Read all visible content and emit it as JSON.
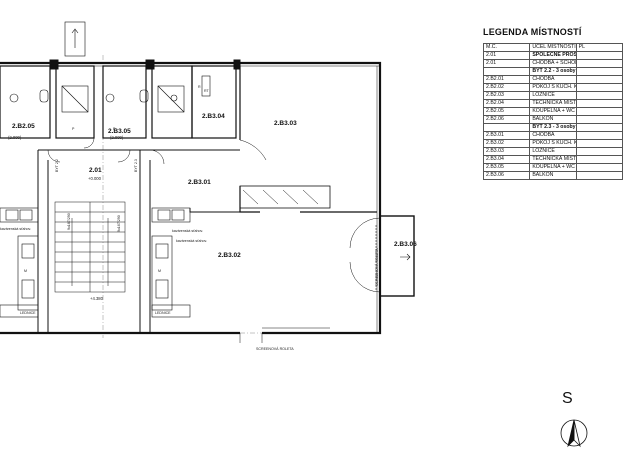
{
  "legend": {
    "title": "LEGENDA MÍSTNOSTÍ",
    "headers": [
      "M.Č.",
      "ÚČEL MÍSTNOSTI",
      "PL"
    ],
    "rows": [
      {
        "code": "2.01",
        "name": "SPOLEČNÉ PROSTORY",
        "section": true
      },
      {
        "code": "2.01",
        "name": "CHODBA + SCHODIŠTĚ"
      },
      {
        "code": "",
        "name": "BYT 2.2 - 3 osoby",
        "section": true
      },
      {
        "code": "2.B2.01",
        "name": "CHODBA"
      },
      {
        "code": "2.B2.02",
        "name": "POKOJ S KUCH. KOUTEM"
      },
      {
        "code": "2.B2.03",
        "name": "LOŽNICE"
      },
      {
        "code": "2.B2.04",
        "name": "TECHNICKÁ MÍSTNOST"
      },
      {
        "code": "2.B2.05",
        "name": "KOUPELNA + WC"
      },
      {
        "code": "2.B2.06",
        "name": "BALKÓN"
      },
      {
        "code": "",
        "name": "BYT 2.3 - 3 osoby",
        "section": true
      },
      {
        "code": "2.B3.01",
        "name": "CHODBA"
      },
      {
        "code": "2.B3.02",
        "name": "POKOJ S KUCH. KOUTEM"
      },
      {
        "code": "2.B3.03",
        "name": "LOŽNICE"
      },
      {
        "code": "2.B3.04",
        "name": "TECHNICKÁ MÍSTNOST"
      },
      {
        "code": "2.B3.05",
        "name": "KOUPELNA + WC"
      },
      {
        "code": "2.B3.06",
        "name": "BALKÓN"
      }
    ]
  },
  "rooms": {
    "b2_05": "2.B2.05",
    "b3_05": "2.B3.05",
    "b3_04": "2.B3.04",
    "b3_03": "2.B3.03",
    "c2_01": "2.01",
    "b3_01": "2.B3.01",
    "b3_02": "2.B3.02",
    "b3_06": "2.B3.06"
  },
  "plan_labels": {
    "byt_22": "BYT 2.2",
    "byt_23": "BYT 2.3",
    "level_main": "+0.000",
    "level_bath1": "(2.000)",
    "level_bath2": "(2.000)",
    "level_stair": "+4.380",
    "stair_left": "9x167/290",
    "stair_right": "9x167/290",
    "roller_balcony": "SCREENOVÁ ROLETA",
    "roller_bottom": "SCREENOVÁ ROLETA",
    "room_leznice_1": "LEDNICE",
    "room_leznice_2": "LEDNICE",
    "laundry_1": "kavárenská sťahov.",
    "laundry_2": "kavárenská sťahov.",
    "laundry_3": "kavárenská sťahov.",
    "mark_r": "R",
    "mark_rt": "RT",
    "mark_m1": "M",
    "mark_m2": "M",
    "mark_p1": "P",
    "mark_p2": "P"
  },
  "orientation": {
    "letter": "S"
  }
}
